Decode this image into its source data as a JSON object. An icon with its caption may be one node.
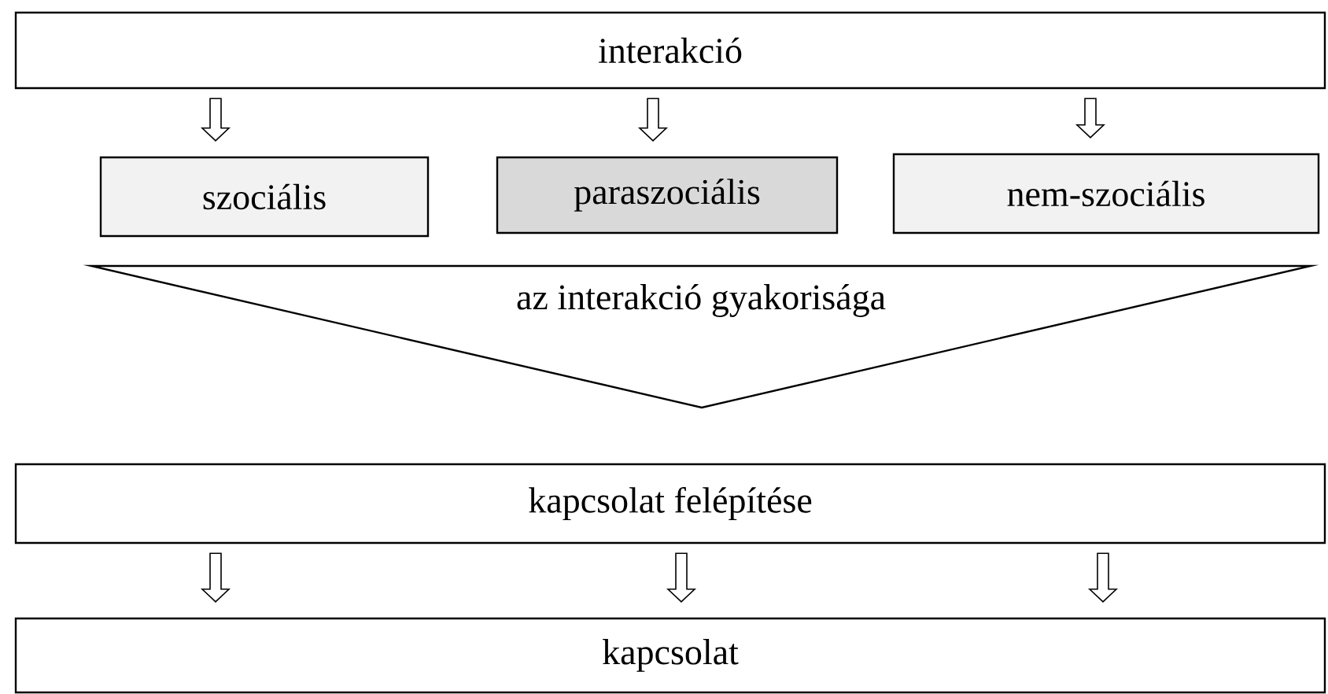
{
  "diagram": {
    "nodes": [
      {
        "text": [
          "interakció"
        ]
      },
      {
        "text": [
          "szociális"
        ]
      },
      {
        "text": [
          "paraszociális"
        ]
      },
      {
        "text": [
          "nem-szociális"
        ]
      },
      {
        "text": [
          "az interakció gyakorisága"
        ]
      },
      {
        "text": [
          "kapcsolat felépítése"
        ]
      },
      {
        "text": [
          "kapcsolat"
        ]
      }
    ],
    "edges": [
      {
        "from": 0,
        "to": 1,
        "arrow": "to"
      },
      {
        "from": 0,
        "to": 2,
        "arrow": "to"
      },
      {
        "from": 0,
        "to": 3,
        "arrow": "to"
      },
      {
        "from": 5,
        "to": 6,
        "arrow": "to"
      },
      {
        "from": 5,
        "to": 6,
        "arrow": "to"
      },
      {
        "from": 5,
        "to": 6,
        "arrow": "to"
      }
    ]
  }
}
